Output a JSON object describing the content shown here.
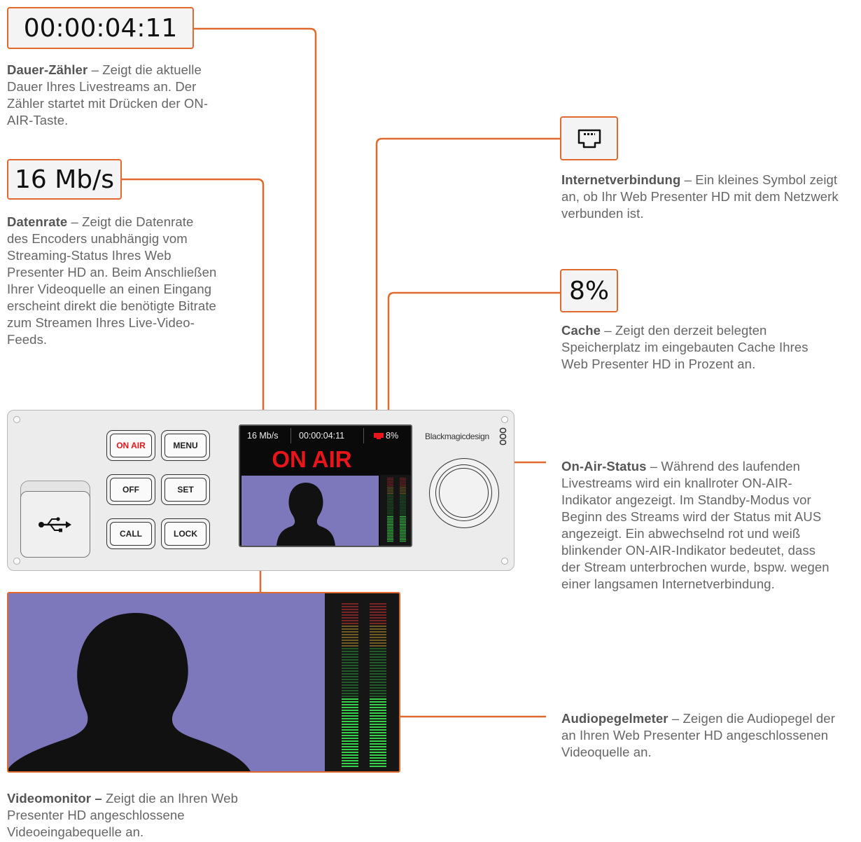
{
  "callouts": {
    "duration": {
      "value": "00:00:04:11",
      "title": "Dauer-Zähler",
      "text": " – Zeigt die aktuelle Dauer Ihres Livestreams an. Der Zähler startet mit Drücken der ON-AIR-Taste."
    },
    "datarate": {
      "value": "16 Mb/s",
      "title": "Datenrate",
      "text": " – Zeigt die Datenrate des Encoders unabhängig vom Streaming-Status Ihres Web Presenter HD an. Beim Anschließen Ihrer Videoquelle an einen Eingang erscheint direkt die benötigte Bitrate zum Streamen Ihres Live-Video-Feeds."
    },
    "internet": {
      "icon": "ethernet-icon",
      "title": "Internetverbindung",
      "text": " – Ein kleines Symbol zeigt an, ob Ihr Web Presenter HD mit dem Netzwerk verbunden ist."
    },
    "cache": {
      "value": "8%",
      "title": "Cache",
      "text": " – Zeigt den derzeit belegten Speicherplatz im eingebauten Cache Ihres Web Presenter HD in Prozent an."
    },
    "onair": {
      "title": "On-Air-Status",
      "text": " – Während des laufenden Livestreams wird ein knallroter ON-AIR-Indikator angezeigt. Im Standby-Modus vor Beginn des Streams wird der Status mit AUS angezeigt. Ein abwechselnd rot und weiß blinkender ON-AIR-Indikator bedeutet, dass der Stream unterbrochen wurde, bspw. wegen einer langsamen Internetverbindung."
    },
    "audio": {
      "title": "Audiopegelmeter",
      "text": " – Zeigen die Audiopegel der an Ihren Web Presenter HD angeschlossenen Videoquelle an."
    },
    "video": {
      "title": "Videomonitor –",
      "text": " Zeigt die an Ihren Web Presenter HD angeschlossene Videoeingabequelle an."
    }
  },
  "device": {
    "buttons": {
      "on_air": "ON AIR",
      "menu": "MENU",
      "off": "OFF",
      "set": "SET",
      "call": "CALL",
      "lock": "LOCK"
    },
    "lcd": {
      "datarate": "16 Mb/s",
      "duration": "00:00:04:11",
      "cache": "8%",
      "status": "ON AIR"
    },
    "brand": "Blackmagicdesign"
  },
  "colors": {
    "accent": "#e06a2d",
    "on_air_red": "#e8151b",
    "video_bg": "#7c78bb"
  }
}
